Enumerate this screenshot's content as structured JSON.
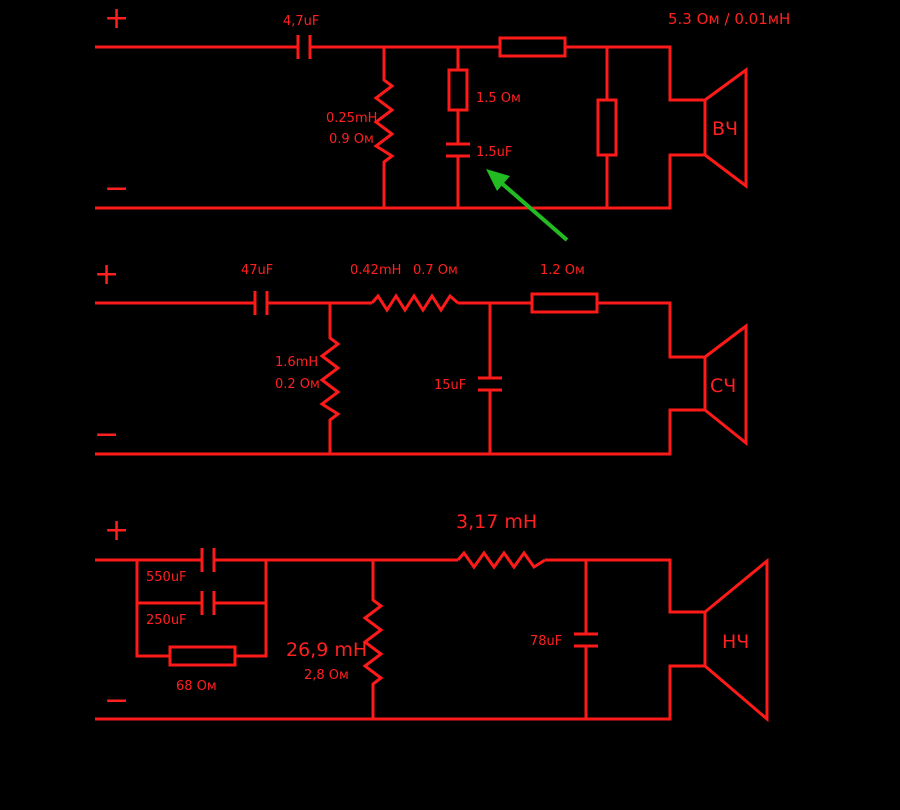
{
  "tweeter": {
    "plus": "+",
    "minus": "−",
    "header": "5.3 Ом / 0.01мН",
    "c_series": "4,7uF",
    "l_shunt": "0.25mH",
    "l_shunt_r": "0.9 Ом",
    "r_notch": "1.5 Ом",
    "c_notch": "1.5uF",
    "speaker": "ВЧ"
  },
  "mid": {
    "plus": "+",
    "minus": "−",
    "c_series": "47uF",
    "l_series": "0.42mH",
    "l_series_r": "0.7 Ом",
    "r_series": "1.2 Ом",
    "l_shunt": "1.6mH",
    "l_shunt_r": "0.2 Ом",
    "c_shunt": "15uF",
    "speaker": "СЧ"
  },
  "woofer": {
    "plus": "+",
    "minus": "−",
    "c_par1": "550uF",
    "c_par2": "250uF",
    "r_par": "68 Ом",
    "l_series": "3,17  mH",
    "l_shunt": "26,9 mH",
    "l_shunt_r": "2,8 Ом",
    "c_shunt": "78uF",
    "speaker": "НЧ"
  },
  "colors": {
    "wire": "#ff1a1a",
    "text": "#ff2020",
    "arrow": "#22bb22",
    "background": "#000000"
  }
}
